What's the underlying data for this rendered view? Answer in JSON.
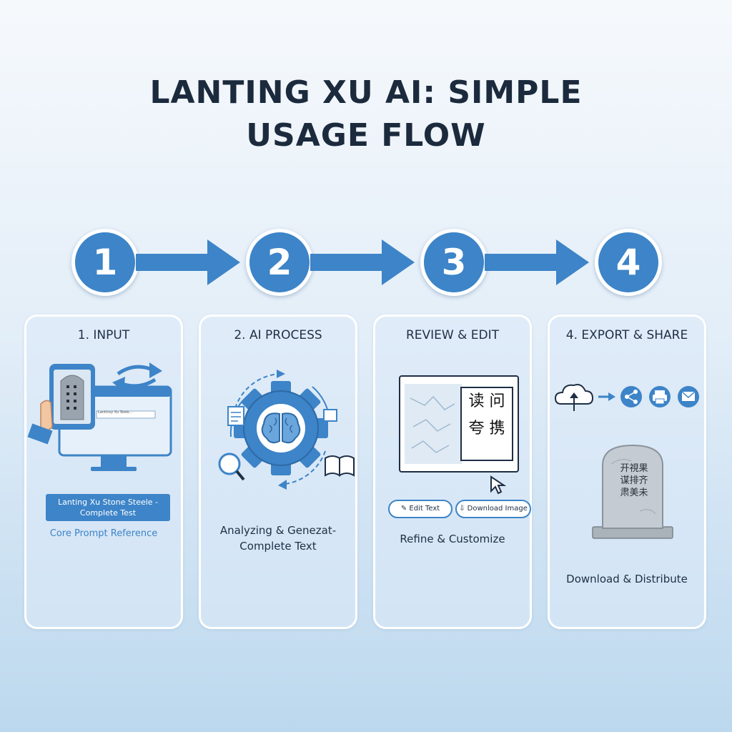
{
  "title": {
    "line1": "LANTING XU AI: SIMPLE",
    "line2": "USAGE FLOW"
  },
  "steps": [
    {
      "number": "1",
      "label": "1. INPUT"
    },
    {
      "number": "2",
      "label": "2. AI PROCESS"
    },
    {
      "number": "3",
      "label": "REVIEW & EDIT"
    },
    {
      "number": "4",
      "label": "4. EXPORT & SHARE"
    }
  ],
  "card1": {
    "search_text": "Lantinsy Xu Stele...",
    "button_line1": "Lanting Xu Stone Steele -",
    "button_line2": "Complete Test",
    "link": "Core Prompt Reference"
  },
  "card2": {
    "caption_line1": "Analyzing & Genezat-",
    "caption_line2": "Complete Text"
  },
  "card3": {
    "chars": [
      "读",
      "问",
      "夸",
      "携"
    ],
    "edit_button": "Edit Text",
    "download_button": "Download Image",
    "caption": "Refine & Customize"
  },
  "card4": {
    "stele_chars": [
      "开",
      "視",
      "果",
      "谋",
      "排",
      "齐",
      "肃",
      "美",
      "未"
    ],
    "caption": "Download & Distribute"
  },
  "colors": {
    "accent": "#3d84c8",
    "text": "#1b2a3c",
    "card_border": "#ffffff"
  },
  "icons": [
    "tablet-stele-icon",
    "swap-arrows-icon",
    "monitor-icon",
    "gear-brain-icon",
    "magnifier-icon",
    "document-icon",
    "book-icon",
    "edit-pencil-icon",
    "download-icon",
    "cursor-icon",
    "cloud-upload-icon",
    "share-icon",
    "printer-icon",
    "mail-icon",
    "stone-stele-icon"
  ]
}
